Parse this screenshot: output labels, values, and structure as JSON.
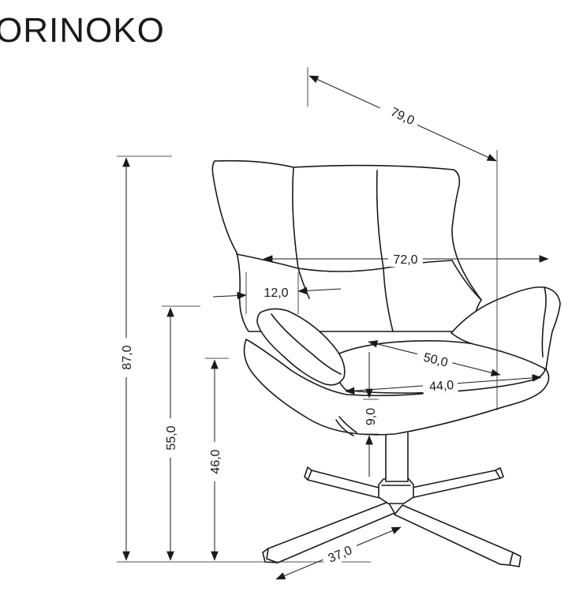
{
  "title": "ORINOKO",
  "dimensions": {
    "total_height": "87,0",
    "armrest_height": "55,0",
    "seat_height": "46,0",
    "depth": "79,0",
    "width": "72,0",
    "armrest_width": "12,0",
    "seat_depth": "50,0",
    "seat_width": "44,0",
    "seat_thickness": "9,0",
    "base": "37,0"
  }
}
